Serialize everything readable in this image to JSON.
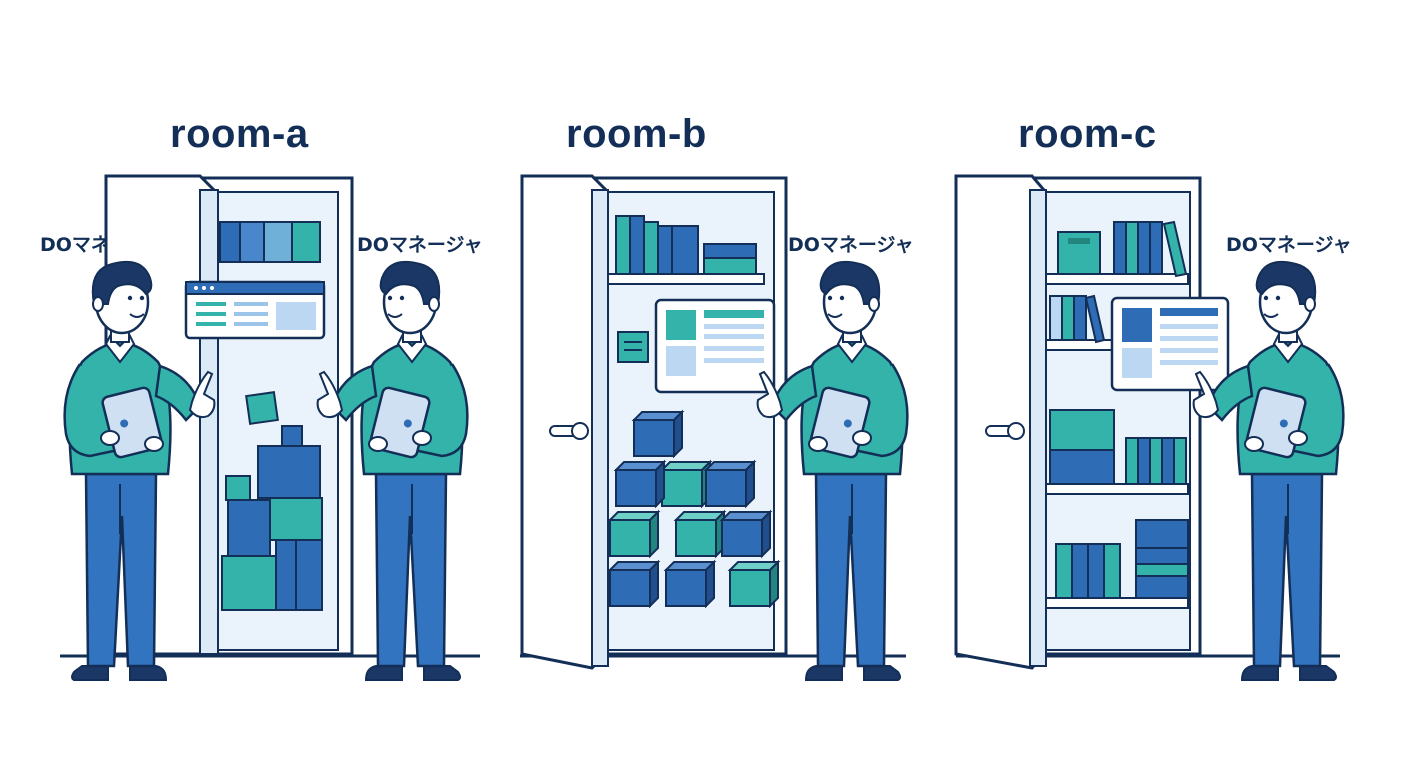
{
  "rooms": [
    {
      "title": "room-a",
      "managers": [
        "DOマネージャ",
        "DOマネージャ"
      ]
    },
    {
      "title": "room-b",
      "managers": [
        "DOマネージャ"
      ]
    },
    {
      "title": "room-c",
      "managers": [
        "DOマネージャ"
      ]
    }
  ],
  "colors": {
    "outline": "#132f57",
    "blue": "#2f6cb6",
    "teal": "#33b3a9",
    "light": "#e9f2fb",
    "sweater": "#33b3a9",
    "pants": "#3274bf"
  },
  "icons": [
    "door-icon",
    "shelf-icon",
    "box-icon",
    "tablet-icon",
    "screen-icon",
    "person-icon",
    "pointing-hand-icon",
    "book-icon",
    "door-handle-icon"
  ]
}
